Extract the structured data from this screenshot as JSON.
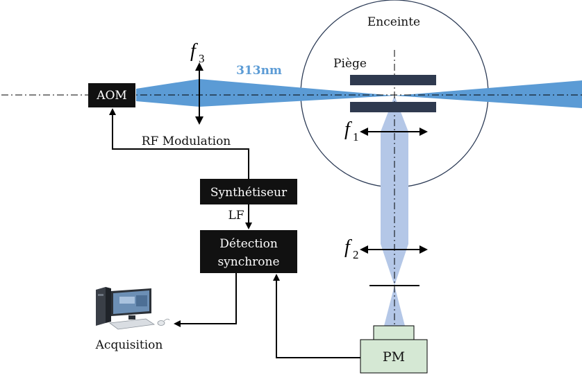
{
  "labels": {
    "enceinte": "Enceinte",
    "piege": "Piège",
    "wavelength": "313nm",
    "aom": "AOM",
    "rf_modulation": "RF Modulation",
    "synthetiseur": "Synthétiseur",
    "lf": "LF",
    "detection_line1": "Détection",
    "detection_line2": "synchrone",
    "acquisition": "Acquisition",
    "pm": "PM"
  },
  "lenses": {
    "f1": {
      "symbol": "f",
      "index": "1"
    },
    "f2": {
      "symbol": "f",
      "index": "2"
    },
    "f3": {
      "symbol": "f",
      "index": "3"
    }
  },
  "colors": {
    "beam": "#5b9bd5",
    "fluorescence": "#b4c7e7",
    "box_dark": "#111111",
    "trap_plates": "#2f3a4f",
    "pm_box": "#d5e8d4",
    "line": "#000000"
  },
  "icons": {
    "computer": "desktop-computer-icon"
  }
}
